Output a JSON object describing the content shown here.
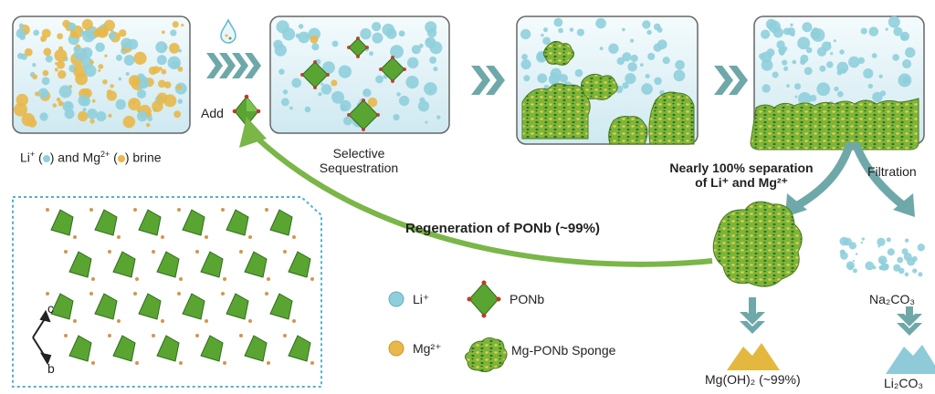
{
  "labels": {
    "add": "Add",
    "brine": "Li⁺ (●) and Mg²⁺ (●) brine",
    "brine_li": "Li",
    "brine_mg": "Mg",
    "brine_and": "and",
    "brine_word": "brine",
    "selective_1": "Selective",
    "selective_2": "Sequestration",
    "separation_1": "Nearly 100% separation",
    "separation_2": "of Li⁺ and Mg²⁺",
    "filtration": "Filtration",
    "regeneration": "Regeneration of PONb (~99%)",
    "legend_li": "Li⁺",
    "legend_mg": "Mg²⁺",
    "legend_ponb": "PONb",
    "legend_sponge": "Mg-PONb Sponge",
    "na2co3": "Na₂CO₃",
    "mgoh2": "Mg(OH)₂ (~99%)",
    "li2co3": "Li₂CO₃",
    "axis_c": "c",
    "axis_b": "b"
  },
  "colors": {
    "li": "#8fcfdc",
    "mg": "#e8b84a",
    "ponb": "#5aa532",
    "panel_bg": "#d8eef4",
    "arrow": "#6fa8a8",
    "regen_arrow": "#7ab648",
    "mgoh2_pile": "#e4b83e",
    "li2co3_pile": "#8fcad8",
    "crystal_border": "#4fb3cf"
  },
  "icons": [
    "water-drop-icon",
    "ponb-octahedron-icon",
    "mg-ponb-sponge-icon"
  ]
}
